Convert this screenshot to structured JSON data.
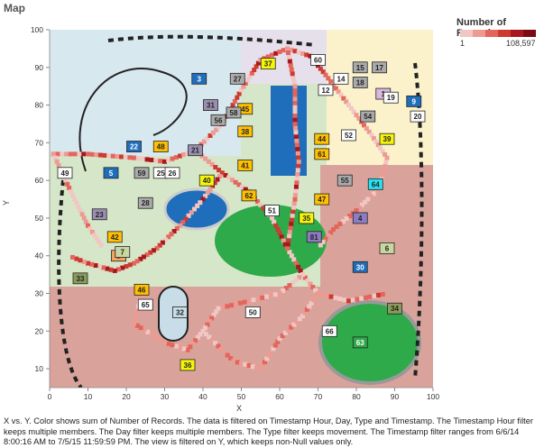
{
  "sheet_title": "Map",
  "legend": {
    "title": "Number of Records",
    "min_label": "1",
    "max_label": "108,597",
    "colors": [
      "#f1c7c4",
      "#ec9b93",
      "#e3655b",
      "#cc3a30",
      "#a9171e",
      "#7d0a12"
    ]
  },
  "caption": "X vs. Y.  Color shows sum of Number of Records. The data is filtered on Timestamp Hour, Day, Type and Timestamp. The Timestamp Hour filter keeps multiple members. The Day filter keeps multiple members. The Type filter keeps movement. The Timestamp filter ranges from 6/6/14 8:00:16 AM to 7/5/15 11:59:59 PM. The view is filtered on Y, which keeps non-Null values only.",
  "chart_data": {
    "type": "heatmap",
    "xlabel": "X",
    "ylabel": "Y",
    "xlim": [
      0,
      100
    ],
    "ylim": [
      5,
      100
    ],
    "xticks": [
      "0",
      "10",
      "20",
      "30",
      "40",
      "50",
      "60",
      "70",
      "80",
      "90",
      "100"
    ],
    "yticks": [
      "10",
      "20",
      "30",
      "40",
      "50",
      "60",
      "70",
      "80",
      "90",
      "100"
    ],
    "grid": false,
    "markers": [
      {
        "id": "1",
        "x": 87,
        "y": 83,
        "color": "#d9b7de"
      },
      {
        "id": "2",
        "x": 18,
        "y": 40,
        "color": "#f4a460"
      },
      {
        "id": "3",
        "x": 39,
        "y": 87,
        "color": "#1f6ebc"
      },
      {
        "id": "4",
        "x": 81,
        "y": 50,
        "color": "#8e7cc3"
      },
      {
        "id": "5",
        "x": 16,
        "y": 62,
        "color": "#1f6ebc"
      },
      {
        "id": "6",
        "x": 88,
        "y": 42,
        "color": "#c8d6a0"
      },
      {
        "id": "7",
        "x": 19,
        "y": 41,
        "color": "#c8d6a0"
      },
      {
        "id": "9",
        "x": 95,
        "y": 81,
        "color": "#1f6ebc"
      },
      {
        "id": "12",
        "x": 72,
        "y": 84,
        "color": "#ffffff"
      },
      {
        "id": "14",
        "x": 76,
        "y": 87,
        "color": "#ffffff"
      },
      {
        "id": "15",
        "x": 81,
        "y": 90,
        "color": "#aaaaaa"
      },
      {
        "id": "17",
        "x": 86,
        "y": 90,
        "color": "#aaaaaa"
      },
      {
        "id": "18",
        "x": 81,
        "y": 86,
        "color": "#aaaaaa"
      },
      {
        "id": "19",
        "x": 89,
        "y": 82,
        "color": "#ffffff"
      },
      {
        "id": "20",
        "x": 96,
        "y": 77,
        "color": "#ffffff"
      },
      {
        "id": "21",
        "x": 38,
        "y": 68,
        "color": "#9a8fb0"
      },
      {
        "id": "22",
        "x": 22,
        "y": 69,
        "color": "#1f6ebc"
      },
      {
        "id": "23",
        "x": 13,
        "y": 51,
        "color": "#9a8fb0"
      },
      {
        "id": "25",
        "x": 29,
        "y": 62,
        "color": "#ffffff"
      },
      {
        "id": "26",
        "x": 32,
        "y": 62,
        "color": "#ffffff"
      },
      {
        "id": "27",
        "x": 49,
        "y": 87,
        "color": "#aaaaaa"
      },
      {
        "id": "28",
        "x": 25,
        "y": 54,
        "color": "#aaaaaa"
      },
      {
        "id": "30",
        "x": 81,
        "y": 37,
        "color": "#1f6ebc"
      },
      {
        "id": "31",
        "x": 42,
        "y": 80,
        "color": "#9a8fb0"
      },
      {
        "id": "32",
        "x": 34,
        "y": 25,
        "color": "#c8dde8"
      },
      {
        "id": "33",
        "x": 8,
        "y": 34,
        "color": "#8a9a5b"
      },
      {
        "id": "34",
        "x": 90,
        "y": 26,
        "color": "#8a9a5b"
      },
      {
        "id": "35",
        "x": 67,
        "y": 50,
        "color": "#f5f50a"
      },
      {
        "id": "36",
        "x": 36,
        "y": 11,
        "color": "#f5f50a"
      },
      {
        "id": "37",
        "x": 57,
        "y": 91,
        "color": "#f5f50a"
      },
      {
        "id": "38",
        "x": 51,
        "y": 73,
        "color": "#ffc000"
      },
      {
        "id": "39",
        "x": 88,
        "y": 71,
        "color": "#f5f50a"
      },
      {
        "id": "40",
        "x": 41,
        "y": 60,
        "color": "#f5f50a"
      },
      {
        "id": "41",
        "x": 51,
        "y": 64,
        "color": "#ffc000"
      },
      {
        "id": "42",
        "x": 17,
        "y": 45,
        "color": "#ffc000"
      },
      {
        "id": "44",
        "x": 71,
        "y": 71,
        "color": "#ffc000"
      },
      {
        "id": "45",
        "x": 51,
        "y": 79,
        "color": "#ffc000"
      },
      {
        "id": "46",
        "x": 24,
        "y": 31,
        "color": "#ffc000"
      },
      {
        "id": "47",
        "x": 71,
        "y": 55,
        "color": "#ffc000"
      },
      {
        "id": "48",
        "x": 29,
        "y": 69,
        "color": "#ffc000"
      },
      {
        "id": "49",
        "x": 4,
        "y": 62,
        "color": "#ffffff"
      },
      {
        "id": "50",
        "x": 53,
        "y": 25,
        "color": "#ffffff"
      },
      {
        "id": "51",
        "x": 58,
        "y": 52,
        "color": "#ffffff"
      },
      {
        "id": "52",
        "x": 78,
        "y": 72,
        "color": "#ffffff"
      },
      {
        "id": "54",
        "x": 83,
        "y": 77,
        "color": "#aaaaaa"
      },
      {
        "id": "55",
        "x": 77,
        "y": 60,
        "color": "#aaaaaa"
      },
      {
        "id": "56",
        "x": 44,
        "y": 76,
        "color": "#aaaaaa"
      },
      {
        "id": "58",
        "x": 48,
        "y": 78,
        "color": "#aaaaaa"
      },
      {
        "id": "59",
        "x": 24,
        "y": 62,
        "color": "#aaaaaa"
      },
      {
        "id": "60",
        "x": 70,
        "y": 92,
        "color": "#ffffff"
      },
      {
        "id": "61",
        "x": 71,
        "y": 67,
        "color": "#ffc000"
      },
      {
        "id": "62",
        "x": 52,
        "y": 56,
        "color": "#ffc000"
      },
      {
        "id": "63",
        "x": 81,
        "y": 17,
        "color": "#2eaa4a"
      },
      {
        "id": "64",
        "x": 85,
        "y": 59,
        "color": "#27e1f0"
      },
      {
        "id": "65",
        "x": 25,
        "y": 27,
        "color": "#ffffff"
      },
      {
        "id": "66",
        "x": 73,
        "y": 20,
        "color": "#ffffff"
      },
      {
        "id": "81",
        "x": 69,
        "y": 45,
        "color": "#8e7cc3"
      }
    ]
  }
}
